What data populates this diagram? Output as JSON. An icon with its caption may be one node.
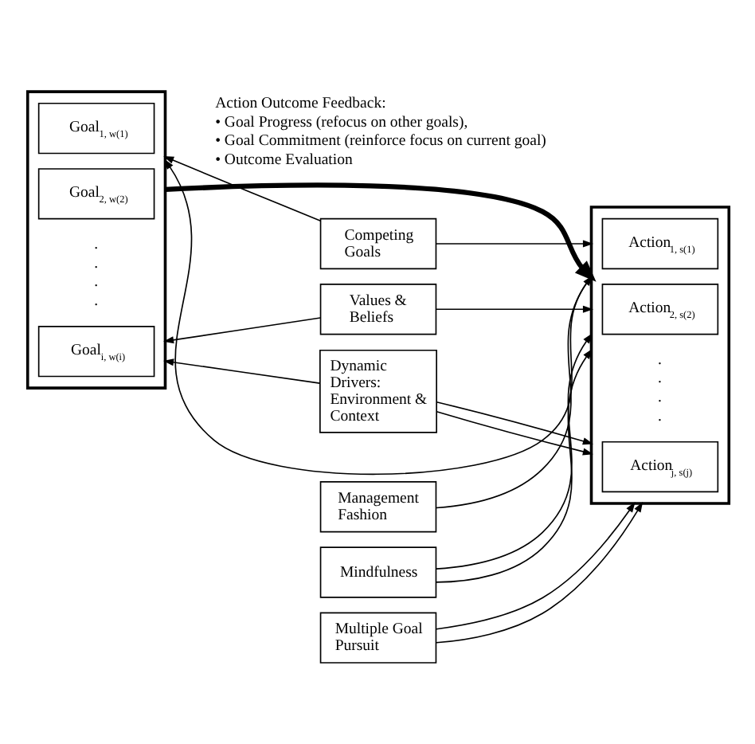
{
  "diagram": {
    "nodes": [
      {
        "text": [],
        "shape": "box"
      },
      {
        "text": [
          "Goal$_{1, w(1)}$"
        ],
        "in": 0
      },
      {
        "text": [
          "Goal$_{2, w(2)}$"
        ],
        "in": 0
      },
      {
        "text": [
          "Goal$_{i, w(i)}$"
        ],
        "in": 0
      },
      {
        "text": [
          "Competing Goals"
        ]
      },
      {
        "text": [
          "Management Fashion"
        ]
      },
      {
        "text": [
          "Mindfulness"
        ]
      },
      {
        "text": [
          "Values & Beliefs"
        ]
      },
      {
        "text": [
          "Multiple Goal Pursuit"
        ]
      },
      {
        "text": [],
        "shape": "box"
      },
      {
        "text": [
          "Action$_{1, s(1)}$"
        ],
        "in": 9
      },
      {
        "text": [
          "Action$_{2, s(2)}$"
        ],
        "in": 9
      },
      {
        "text": [
          "Action$_{j, s(j)}$"
        ],
        "in": 9
      },
      {
        "text": [
          "Dynamic Drivers: Environment & Context"
        ]
      }
    ],
    "edges": [
      {
        "from": 0,
        "to": 9,
        "arrow": "to",
        "style": "thick"
      },
      {
        "from": 9,
        "to": 0,
        "arrow": "to"
      },
      {
        "from": 4,
        "to": 0,
        "arrow": "to"
      },
      {
        "from": 4,
        "to": 9,
        "arrow": "to"
      },
      {
        "from": 5,
        "to": 9,
        "arrow": "to"
      },
      {
        "from": 6,
        "to": 9,
        "arrow": "to"
      },
      {
        "from": 6,
        "to": 9,
        "arrow": "to"
      },
      {
        "from": 7,
        "to": 0,
        "arrow": "to"
      },
      {
        "from": 7,
        "to": 9,
        "arrow": "to"
      },
      {
        "from": 13,
        "to": 9,
        "arrow": "to"
      },
      {
        "from": 8,
        "to": 9,
        "arrow": "to"
      },
      {
        "from": 8,
        "to": 9,
        "arrow": "to"
      },
      {
        "from": 13,
        "to": 0,
        "arrow": "to"
      },
      {
        "from": 13,
        "to": 9,
        "arrow": "to"
      }
    ],
    "labels": [
      "Action Outcome Feedback:",
      "• Goal Progress (refocus on other goals),",
      "• Goal Commitment (reinforce focus on current goal)",
      "• Outcome Evaluation",
      ".",
      ".",
      ".",
      ".",
      ".",
      ".",
      ".",
      "."
    ]
  }
}
